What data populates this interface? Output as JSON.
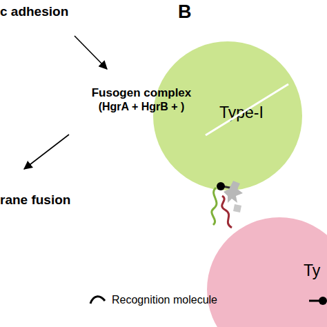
{
  "diagram": {
    "nodes": [
      {
        "text": [
          "c adhesion"
        ]
      },
      {
        "text": [
          "Fusogen complex",
          "(HgrA + HgrB + )"
        ]
      },
      {
        "text": [
          "rane fusion"
        ]
      },
      {
        "text": [
          "Type-I"
        ]
      },
      {
        "text": [
          "Ty"
        ]
      }
    ],
    "edges": [
      {
        "from": 0,
        "to": 1,
        "arrow": "to"
      },
      {
        "from": 1,
        "to": 2,
        "arrow": "to"
      }
    ],
    "labels": [
      "B"
    ],
    "legend": [
      {
        "text": "Recognition molecule"
      }
    ]
  }
}
